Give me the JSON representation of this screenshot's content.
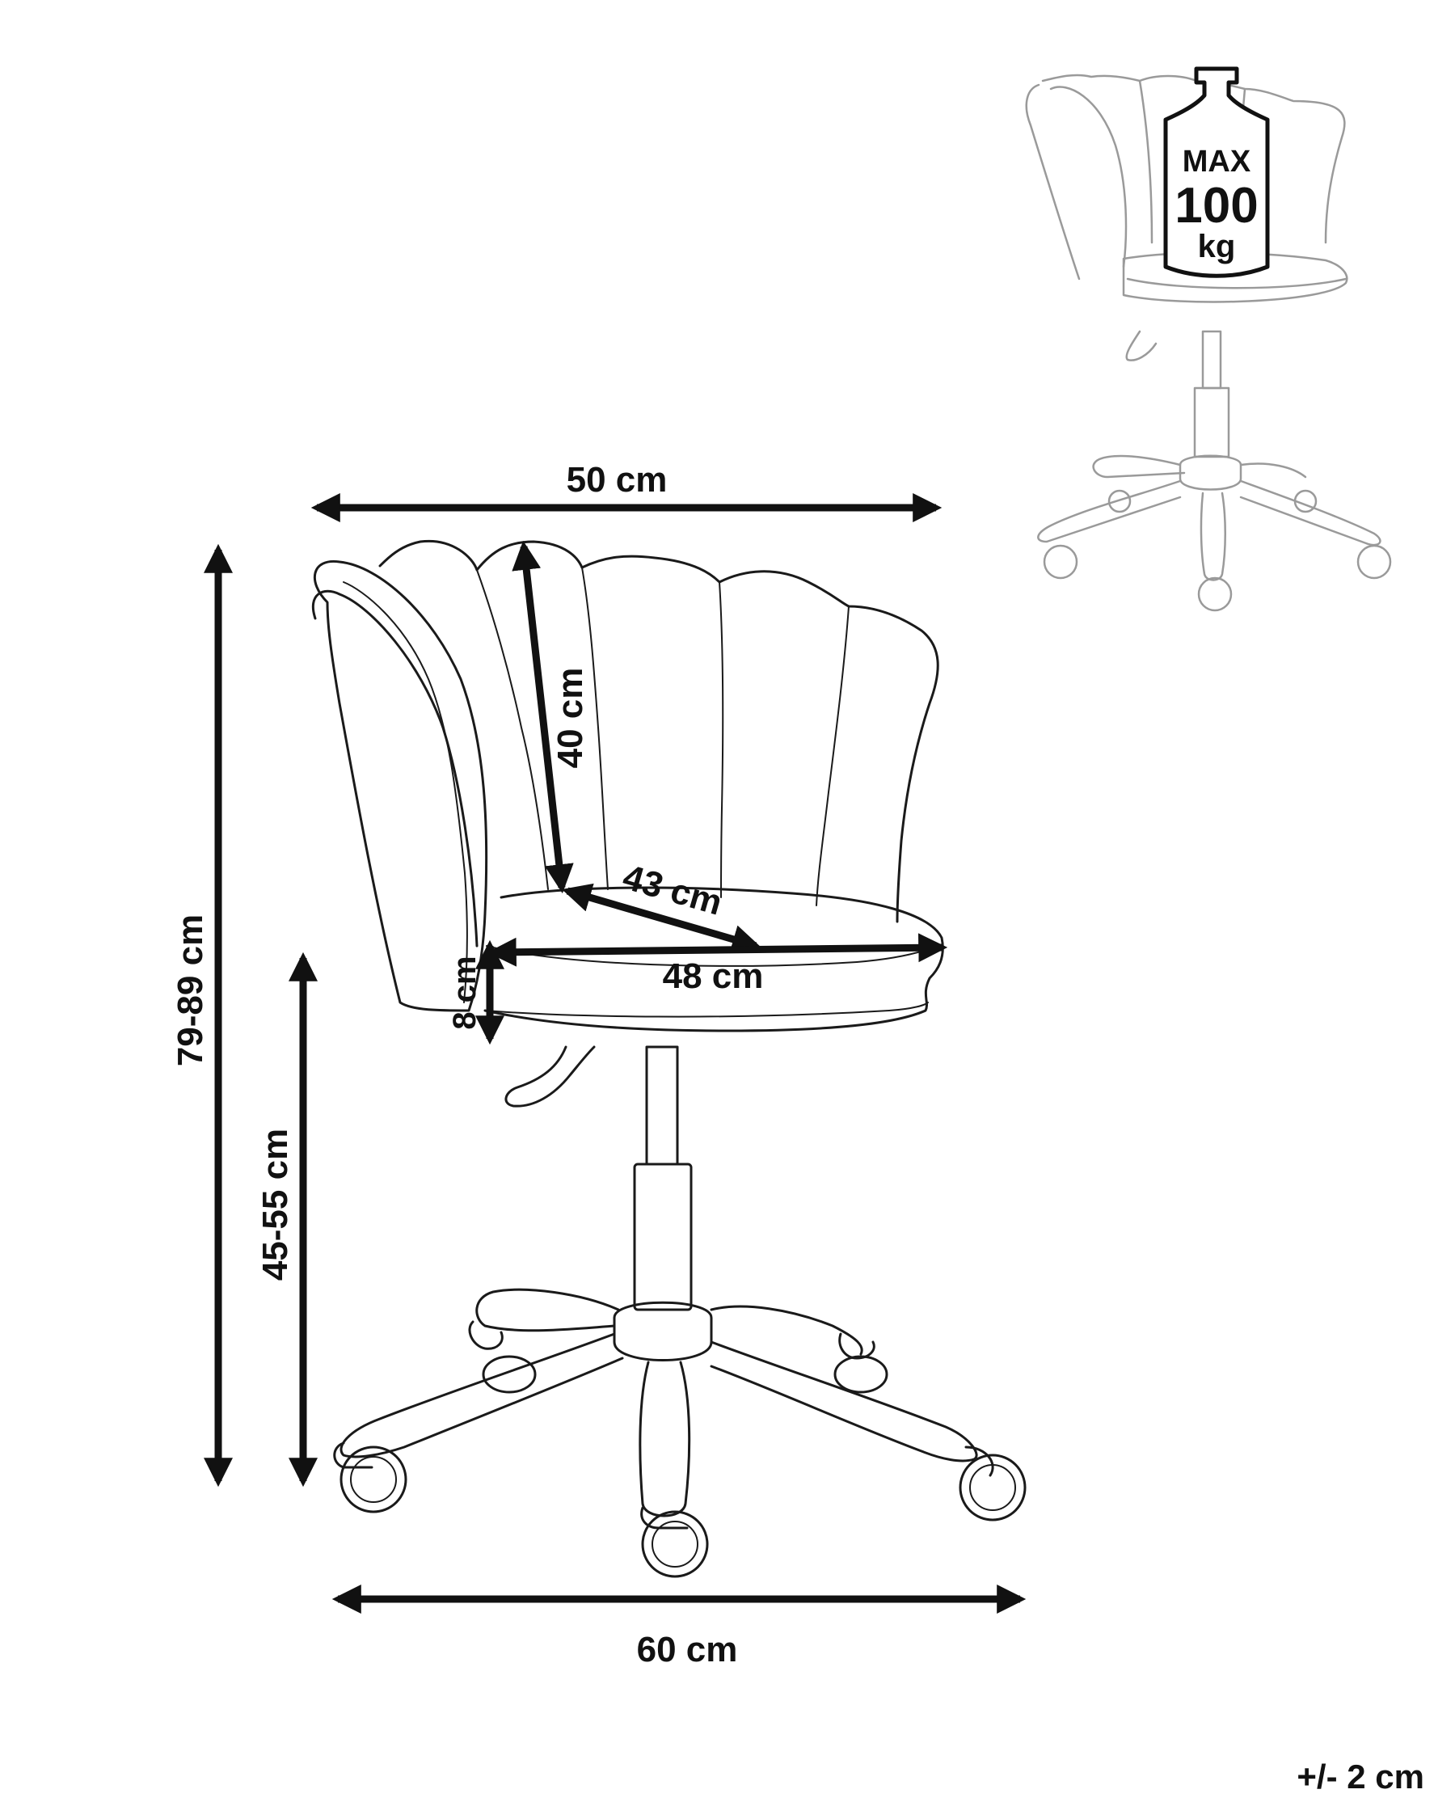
{
  "dimensions": {
    "overall_width": "50 cm",
    "base_width": "60 cm",
    "backrest_height": "40 cm",
    "seat_depth": "43 cm",
    "seat_width": "48 cm",
    "seat_thickness": "8 cm",
    "total_height": "79-89 cm",
    "seat_height": "45-55 cm"
  },
  "weight_badge": {
    "line1": "MAX",
    "line2": "100",
    "line3": "kg"
  },
  "tolerance": "+/- 2 cm"
}
